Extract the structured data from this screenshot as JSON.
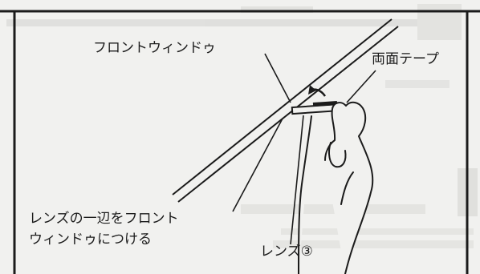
{
  "figure": {
    "labels": {
      "windshield": "フロントウィンドゥ",
      "double_sided_tape": "両面テープ",
      "instruction_line1": "レンズの一辺をフロント",
      "instruction_line2": "ウィンドゥにつける",
      "lens": "レンズ③"
    }
  },
  "colors": {
    "paper": "#f1f1ef",
    "ink": "#1b1b1b",
    "bleed": "#c9c9c6"
  }
}
